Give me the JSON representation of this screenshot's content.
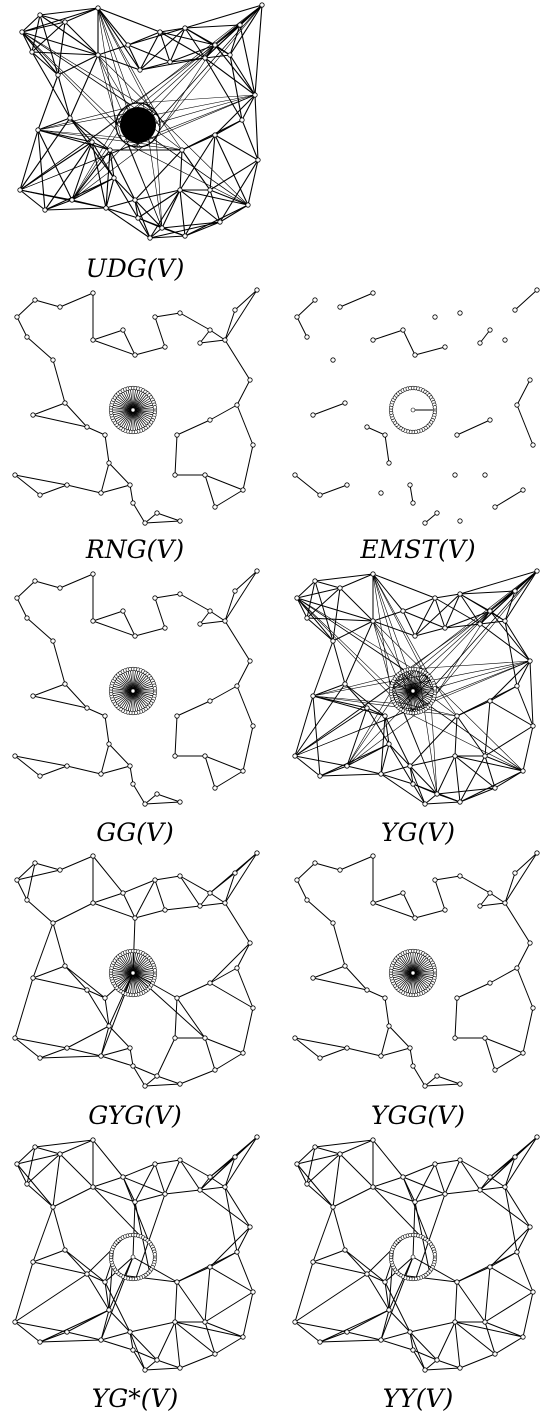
{
  "figure": {
    "panels": [
      {
        "id": "udg",
        "caption": "UDG(V)"
      },
      {
        "id": "rng",
        "caption": "RNG(V)"
      },
      {
        "id": "emst",
        "caption": "EMST(V)"
      },
      {
        "id": "gg",
        "caption": "GG(V)"
      },
      {
        "id": "yg",
        "caption": "YG(V)"
      },
      {
        "id": "gyg",
        "caption": "GYG(V)"
      },
      {
        "id": "ygg",
        "caption": "YGG(V)"
      },
      {
        "id": "ygstar",
        "caption": "YG*(V)"
      },
      {
        "id": "yy",
        "caption": "YY(V)"
      }
    ]
  }
}
